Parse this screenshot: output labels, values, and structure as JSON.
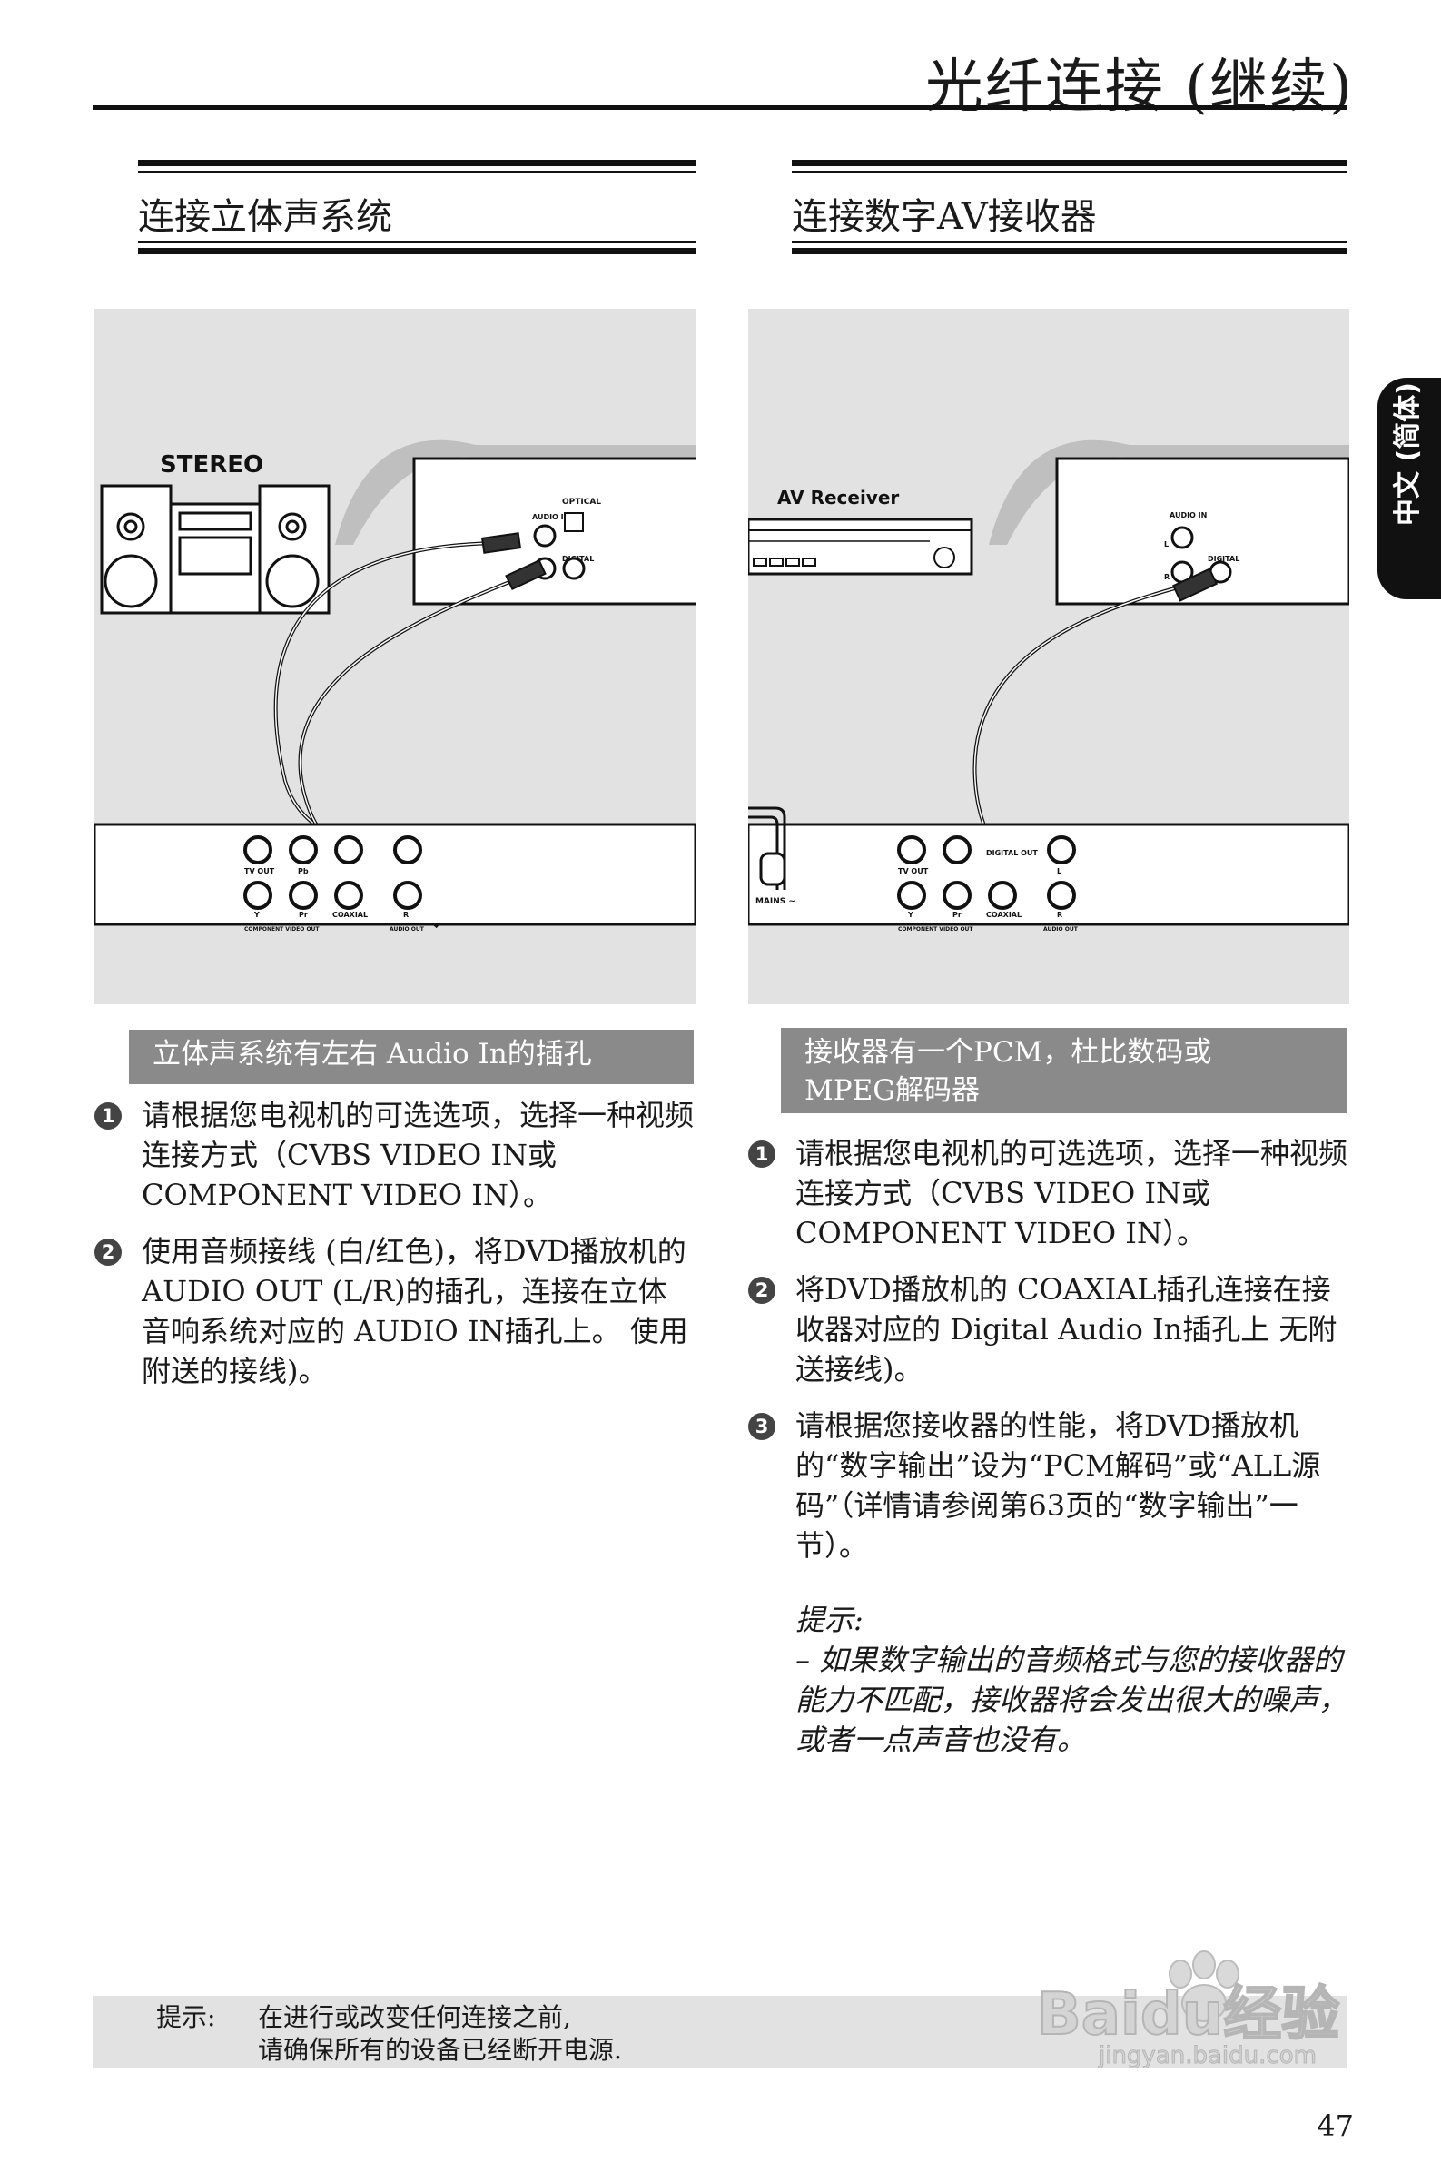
{
  "page": {
    "title": "光纤连接 (继续)",
    "page_number": "47",
    "language_tab": "中文 (简体)"
  },
  "left": {
    "heading": "连接立体声系统",
    "diagram_label": "STEREO",
    "back_labels": [
      "OPTICAL",
      "AUDIO IN",
      "DIGITAL"
    ],
    "player_labels": [
      "TV OUT",
      "Pb",
      "Y",
      "Pr",
      "COMPONENT VIDEO OUT",
      "COAXIAL",
      "R",
      "AUDIO OUT"
    ],
    "caption": "立体声系统有左右 Audio In的插孔",
    "steps": [
      "请根据您电视机的可选选项，选择一种视频连接方式（CVBS VIDEO IN或COMPONENT VIDEO IN）。",
      "使用音频接线 (白/红色)，将DVD播放机的AUDIO OUT (L/R)的插孔，连接在立体音响系统对应的 AUDIO IN插孔上。 使用附送的接线)。"
    ]
  },
  "right": {
    "heading": "连接数字AV接收器",
    "diagram_label": "AV Receiver",
    "back_labels": [
      "AUDIO IN",
      "L",
      "R",
      "DIGITAL"
    ],
    "player_labels": [
      "MAINS ~",
      "TV OUT",
      "Y",
      "Pr",
      "COMPONENT VIDEO OUT",
      "DIGITAL OUT",
      "COAXIAL",
      "L",
      "R",
      "AUDIO OUT"
    ],
    "caption_line1": "接收器有一个PCM，杜比数码或",
    "caption_line2": "MPEG解码器",
    "steps": [
      "请根据您电视机的可选选项，选择一种视频连接方式（CVBS VIDEO IN或COMPONENT VIDEO IN）。",
      "将DVD播放机的 COAXIAL插孔连接在接收器对应的 Digital Audio In插孔上 无附送接线)。",
      "请根据您接收器的性能，将DVD播放机的“数字输出”设为“PCM解码”或“ALL源码”（详情请参阅第63页的“数字输出”一节）。"
    ],
    "tip_title": "提示:",
    "tip_text": "– 如果数字输出的音频格式与您的接收器的能力不匹配，接收器将会发出很大的噪声，或者一点声音也没有。"
  },
  "footer": {
    "label": "提示:",
    "line1": "在进行或改变任何连接之前,",
    "line2": "请确保所有的设备已经断开电源."
  },
  "watermark": {
    "text": "Baidu经验",
    "url": "jingyan.baidu.com"
  }
}
